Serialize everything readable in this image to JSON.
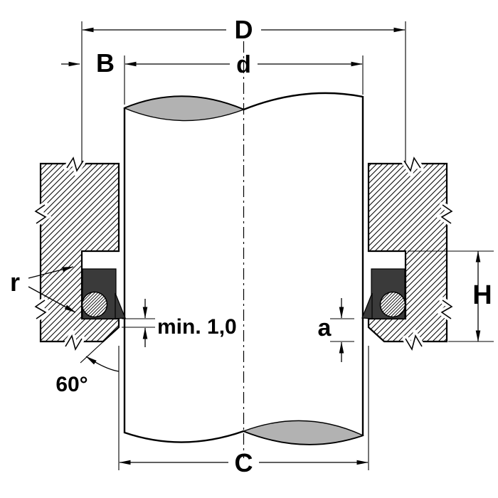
{
  "drawing": {
    "labels": {
      "D": "D",
      "d": "d",
      "B": "B",
      "C": "C",
      "H": "H",
      "a": "a",
      "r": "r",
      "min_clearance": "min. 1,0",
      "chamfer_angle": "60°"
    },
    "colors": {
      "line": "#000000",
      "background": "#ffffff",
      "shading": "#b2b2b2",
      "seal": "#3a3a3a"
    }
  }
}
